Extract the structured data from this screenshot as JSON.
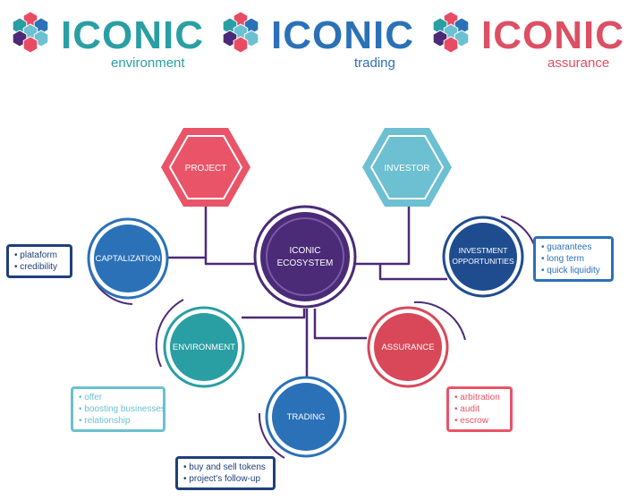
{
  "logos": [
    {
      "word": "ICONIC",
      "sub": "environment",
      "color": "#2a9fa3"
    },
    {
      "word": "ICONIC",
      "sub": "trading",
      "color": "#2b71b8"
    },
    {
      "word": "ICONIC",
      "sub": "assurance",
      "color": "#dd4f63"
    }
  ],
  "center": {
    "line1": "ICONIC",
    "line2": "ECOSYSTEM",
    "color": "#4b2a77"
  },
  "hexagons": {
    "project": {
      "label": "PROJECT",
      "color": "#ea5468"
    },
    "investor": {
      "label": "INVESTOR",
      "color": "#6cc0d1"
    }
  },
  "circles": {
    "captalization": {
      "label": "CAPTALIZATION",
      "color": "#2b71b8"
    },
    "investment": {
      "line1": "INVESTMENT",
      "line2": "OPPORTUNITIES",
      "color": "#1f4c8f"
    },
    "environment": {
      "label": "ENVIRONMENT",
      "color": "#2a9fa3"
    },
    "assurance": {
      "label": "ASSURANCE",
      "color": "#d94859"
    },
    "trading": {
      "label": "TRADING",
      "color": "#2b71b8"
    }
  },
  "lists": {
    "captalization": {
      "items": [
        "plataform",
        "credibility"
      ],
      "color": "#1f3f7a"
    },
    "investment": {
      "items": [
        "guarantees",
        "long term",
        "quick liquidity"
      ],
      "color": "#2b71b8"
    },
    "environment": {
      "items": [
        "offer",
        "boosting businesses",
        "relationship"
      ],
      "color": "#6cc0d1"
    },
    "assurance": {
      "items": [
        "arbitration",
        "audit",
        "escrow"
      ],
      "color": "#ea5468"
    },
    "trading": {
      "items": [
        "buy and sell tokens",
        "project's follow-up"
      ],
      "color": "#1f3f7a"
    }
  },
  "connector_color": "#4b2a77"
}
